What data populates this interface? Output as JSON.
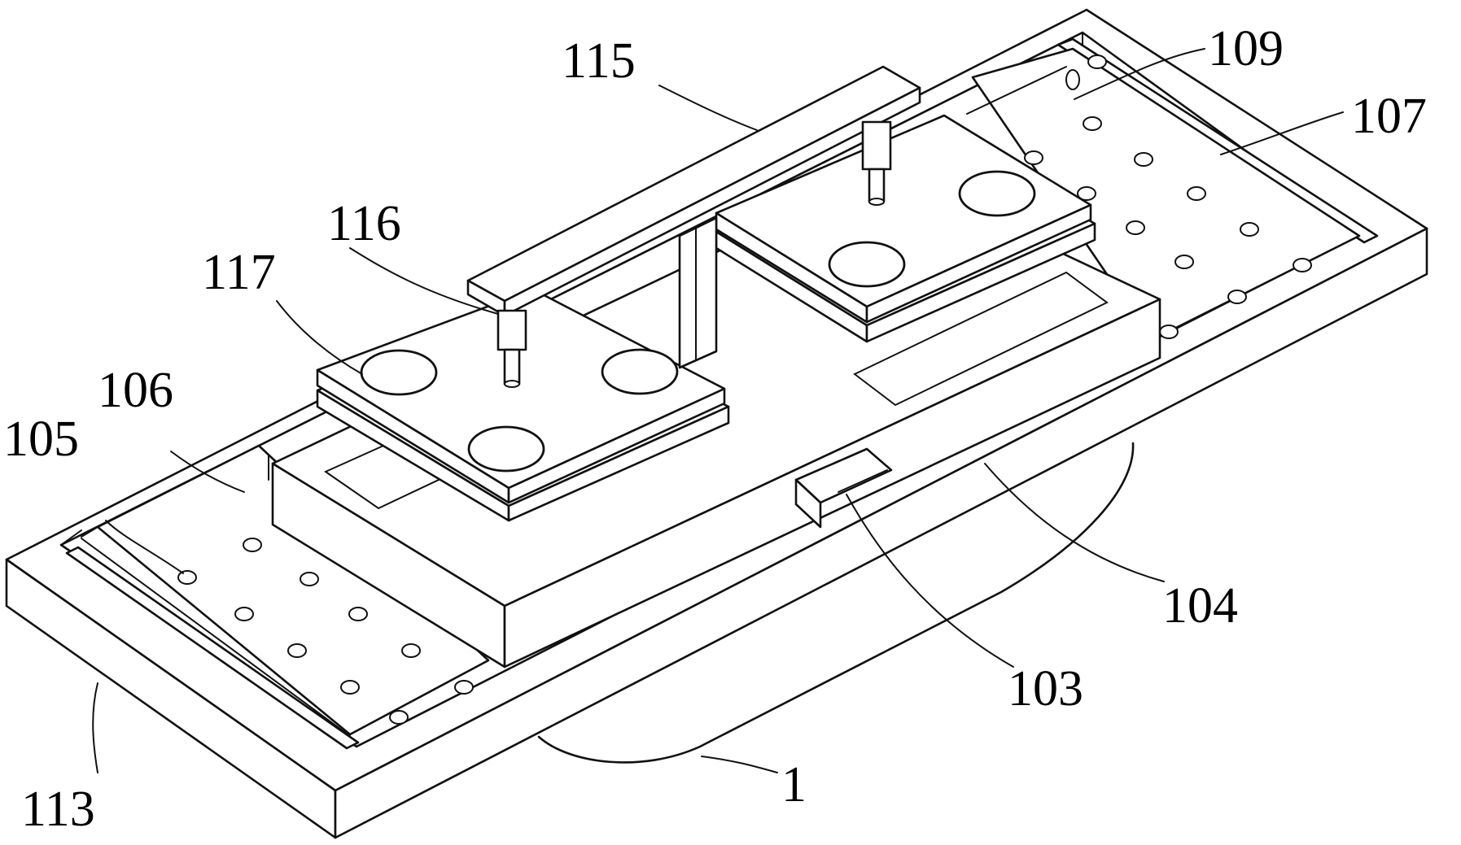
{
  "labels": {
    "l1": "1",
    "l103": "103",
    "l104": "104",
    "l105": "105",
    "l106": "106",
    "l107": "107",
    "l109": "109",
    "l113": "113",
    "l115": "115",
    "l116": "116",
    "l117": "117"
  }
}
